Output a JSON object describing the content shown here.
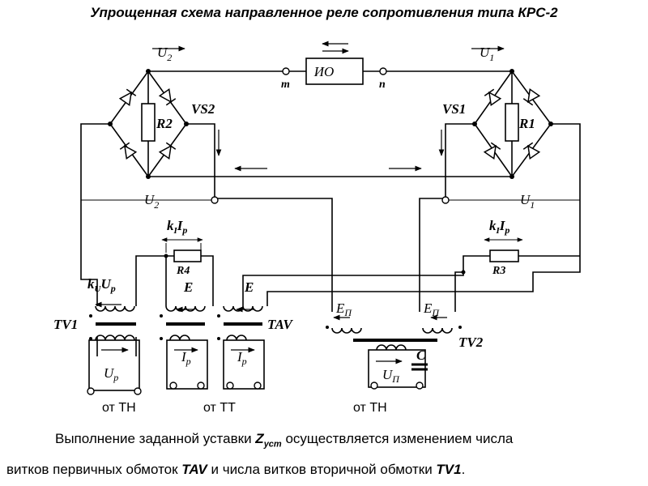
{
  "title": "Упрощенная схема направленное реле сопротивления типа КРС-2",
  "labels": {
    "u2_top": "U",
    "u2_sub": "2",
    "u1_top": "U",
    "u1_sub": "1",
    "io": "ИО",
    "node_m": "m",
    "node_n": "n",
    "vs2": "VS2",
    "vs1": "VS1",
    "r2": "R2",
    "r1": "R1",
    "u2_mid": "U",
    "u2_mid_sub": "2",
    "u1_mid": "U",
    "u1_mid_sub": "1",
    "kiip_left_k": "k",
    "kiip_left_ksub": "I",
    "kiip_left_i": "I",
    "kiip_left_isub": "р",
    "kiip_right_k": "k",
    "kiip_right_ksub": "I",
    "kiip_right_i": "I",
    "kiip_right_isub": "р",
    "r4": "R4",
    "r3": "R3",
    "kuup_k": "k",
    "kuup_ksub": "U",
    "kuup_u": "U",
    "kuup_usub": "р",
    "e1": "E",
    "e2": "E",
    "ep_left": "E",
    "ep_left_sub": "П",
    "ep_right": "E",
    "ep_right_sub": "П",
    "tv1": "TV1",
    "tav": "TAV",
    "tv2": "TV2",
    "up": "U",
    "up_sub": "р",
    "ip1": "I",
    "ip1_sub": "р",
    "ip2": "I",
    "ip2_sub": "р",
    "upi": "U",
    "upi_sub": "П",
    "cap": "C",
    "from_tn_left": "от ТН",
    "from_tt": "от ТТ",
    "from_tn_right": "от ТН"
  },
  "caption": {
    "line1_a": "Выполнение заданной уставки ",
    "line1_z": "Z",
    "line1_zsub": "уст",
    "line1_b": " осуществляется изменением числа",
    "line2_a": "витков первичных обмоток ",
    "line2_tav": "TAV",
    "line2_b": "  и числа витков вторичной обмотки ",
    "line2_tv1": "TV1",
    "line2_c": "."
  }
}
